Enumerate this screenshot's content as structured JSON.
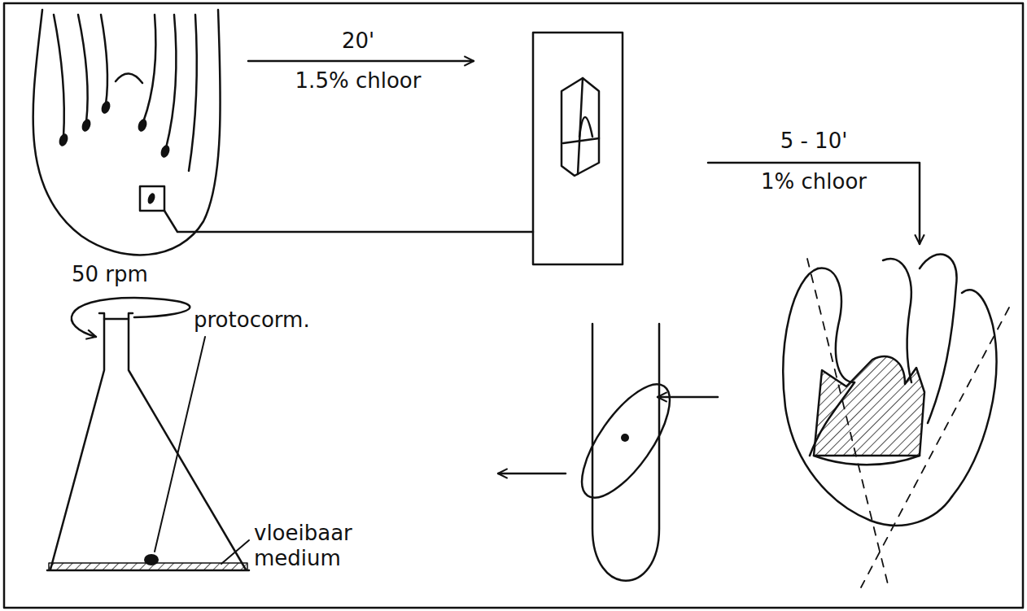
{
  "diagram": {
    "labels": [
      "20'",
      "1.5% chloor",
      "5 - 10'",
      "1% chloor",
      "50 rpm",
      "protocorm.",
      "vloeibaar medium"
    ]
  }
}
